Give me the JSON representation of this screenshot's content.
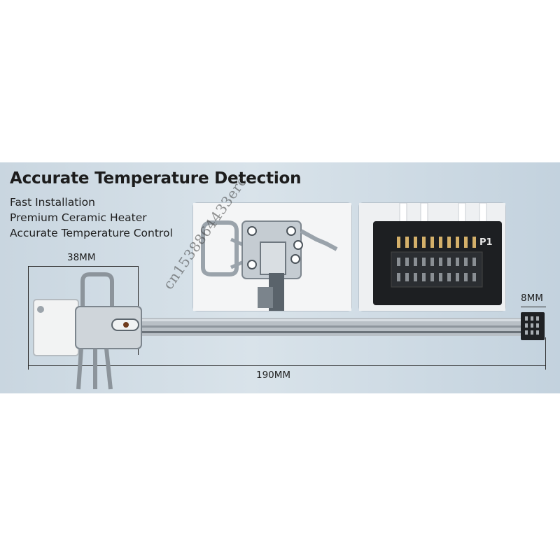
{
  "banner": {
    "title": "Accurate Temperature Detection",
    "features": [
      "Fast Installation",
      "Premium Ceramic Heater",
      "Accurate Temperature Control"
    ]
  },
  "dimensions": {
    "width_label": "38MM",
    "connector_label": "8MM",
    "length_label": "190MM"
  },
  "connector_photo": {
    "marking": "P1"
  },
  "watermark": "cn1538864433erc",
  "colors": {
    "background": "#ffffff",
    "banner": "#d3dee7",
    "text": "#1c1c1c"
  }
}
